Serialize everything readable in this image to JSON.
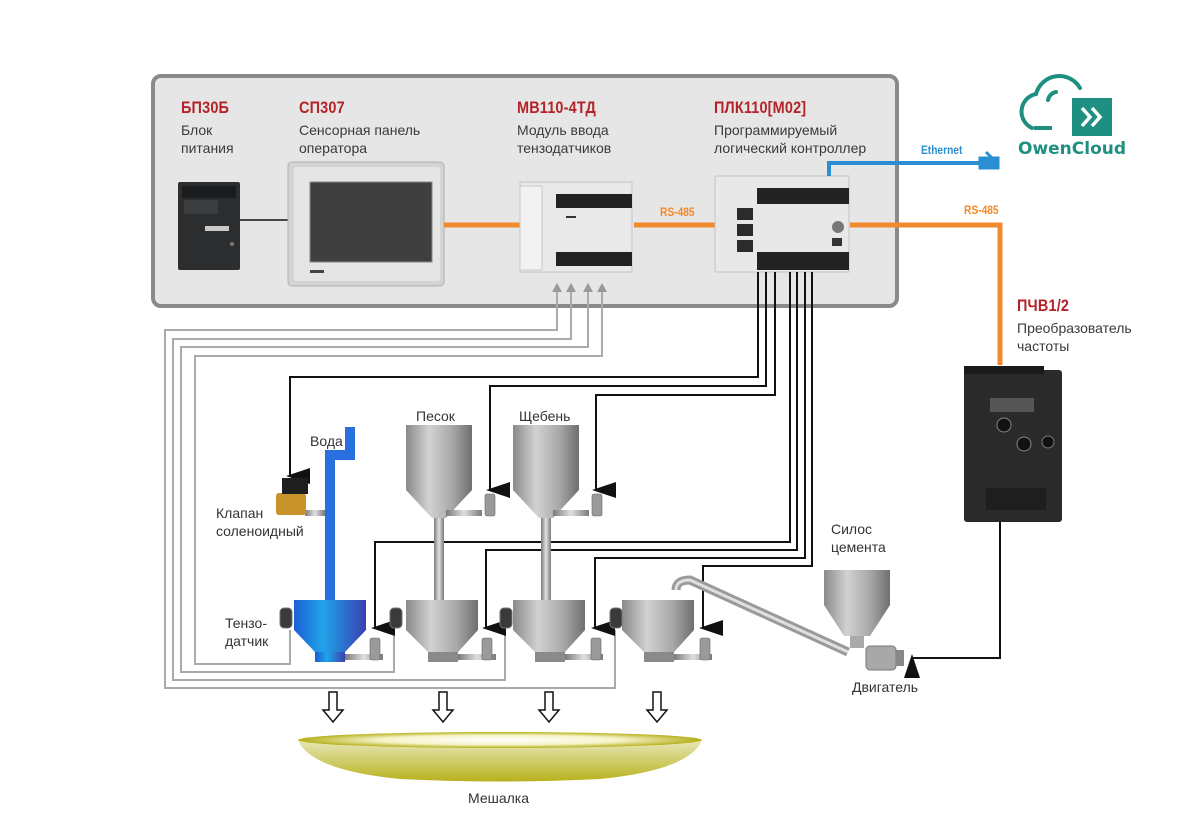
{
  "devices": {
    "psu": {
      "model": "БП30Б",
      "description_line1": "Блок",
      "description_line2": "питания"
    },
    "panel": {
      "model": "СП307",
      "description_line1": "Сенсорная панель",
      "description_line2": "оператора"
    },
    "module": {
      "model": "МВ110-4ТД",
      "description_line1": "Модуль ввода",
      "description_line2": "тензодатчиков"
    },
    "plc": {
      "model": "ПЛК110[М02]",
      "description_line1": "Программируемый",
      "description_line2": "логический контроллер"
    },
    "vfd": {
      "model": "ПЧВ1/2",
      "description_line1": "Преобразователь",
      "description_line2": "частоты"
    }
  },
  "connections": {
    "rs485_left": "RS-485",
    "rs485_right": "RS-485",
    "ethernet": "Ethernet"
  },
  "cloud": {
    "name": "OwenCloud"
  },
  "process": {
    "water": "Вода",
    "sand": "Песок",
    "gravel": "Щебень",
    "solenoid_valve_line1": "Клапан",
    "solenoid_valve_line2": "соленоидный",
    "load_cell_line1": "Тензо-",
    "load_cell_line2": "датчик",
    "cement_silo_line1": "Силос",
    "cement_silo_line2": "цемента",
    "motor": "Двигатель",
    "mixer": "Мешалка"
  },
  "colors": {
    "brand_red": "#b3242a",
    "rs485_orange": "#f08a2c",
    "ethernet_blue": "#2a8fd0",
    "cloud_teal": "#1e8f80",
    "water_blue": "#2a6fe0",
    "mixer_olive": "#b5b01a"
  }
}
